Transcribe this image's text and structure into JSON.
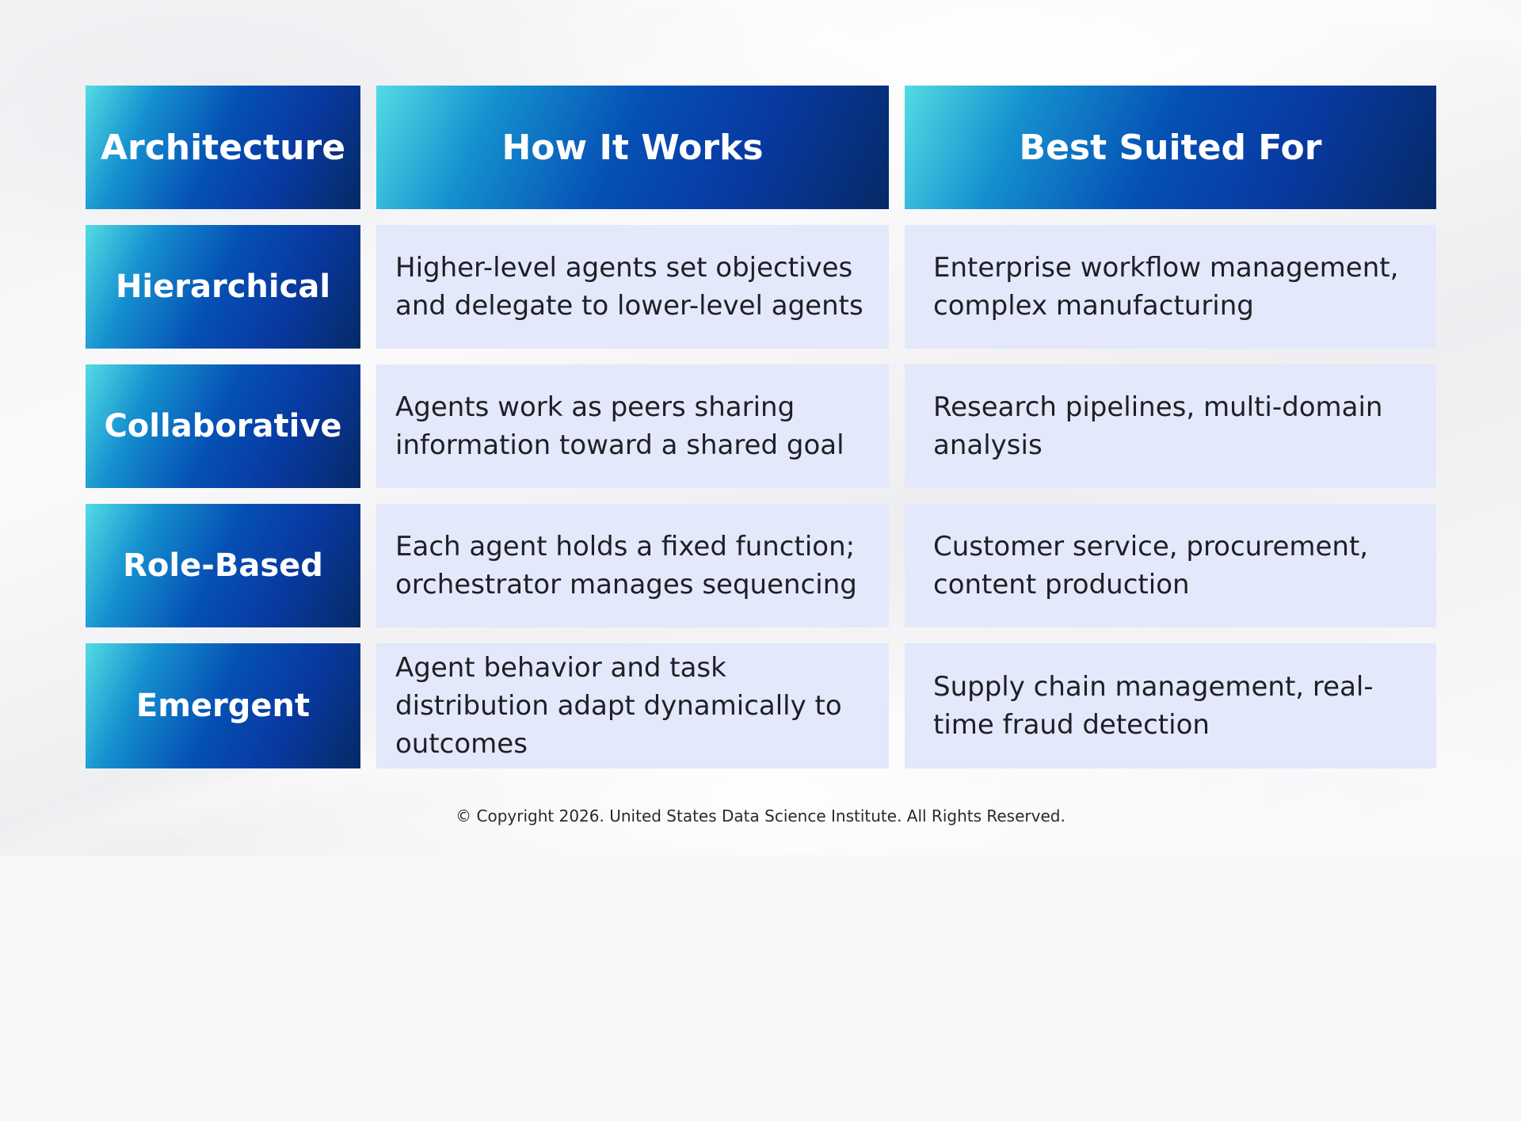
{
  "table": {
    "headers": [
      "Architecture",
      "How It Works",
      "Best Suited For"
    ],
    "rows": [
      {
        "architecture": "Hierarchical",
        "how": "Higher-level agents set objectives and delegate to lower-level agents",
        "best": "Enterprise workflow management, complex manufacturing"
      },
      {
        "architecture": "Collaborative",
        "how": "Agents work as peers sharing information toward a shared goal",
        "best": "Research pipelines, multi-domain analysis"
      },
      {
        "architecture": "Role-Based",
        "how": "Each agent holds a fixed function; orchestrator manages sequencing",
        "best": "Customer service, procurement, content production"
      },
      {
        "architecture": "Emergent",
        "how": "Agent behavior and task distribution adapt dynamically to outcomes",
        "best": "Supply chain management, real-time fraud detection"
      }
    ]
  },
  "footer": {
    "copyright": "© Copyright 2026. United States Data Science Institute. All Rights Reserved."
  }
}
